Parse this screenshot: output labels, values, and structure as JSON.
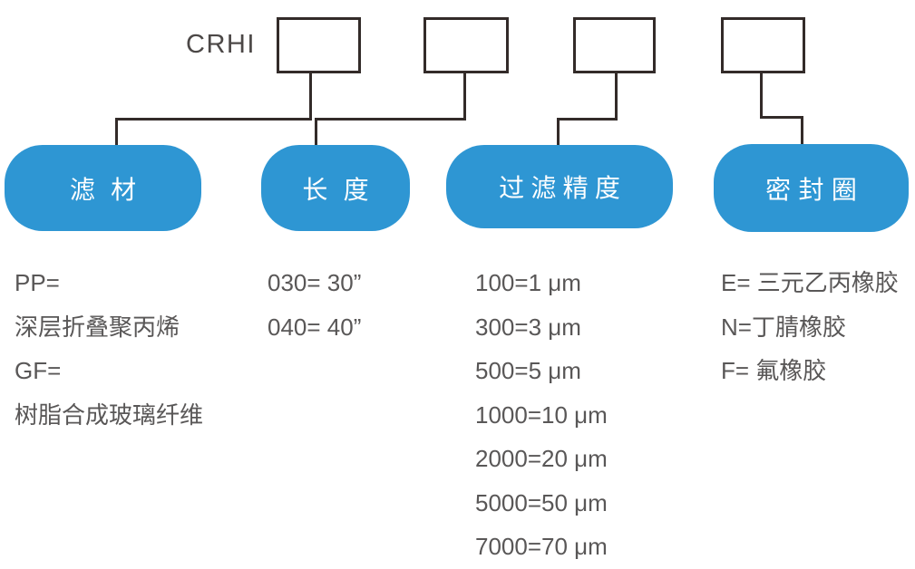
{
  "diagram": {
    "title_code": "CRHI",
    "colors": {
      "pill_blue": "#2e96d3",
      "line_dark": "#332b29",
      "text_gray": "#595757",
      "pill_text": "#ffffff"
    },
    "groups": [
      {
        "label": "滤材",
        "options": [
          "PP=",
          "深层折叠聚丙烯",
          "GF=",
          "树脂合成玻璃纤维"
        ]
      },
      {
        "label": "长度",
        "options": [
          "030= 30”",
          "040= 40”"
        ]
      },
      {
        "label": "过滤精度",
        "options": [
          "100=1 μm",
          "300=3 μm",
          "500=5 μm",
          "1000=10 μm",
          "2000=20 μm",
          "5000=50 μm",
          "7000=70 μm"
        ]
      },
      {
        "label": "密封圈",
        "options": [
          "E= 三元乙丙橡胶",
          "N=丁腈橡胶",
          "F= 氟橡胶"
        ]
      }
    ]
  }
}
